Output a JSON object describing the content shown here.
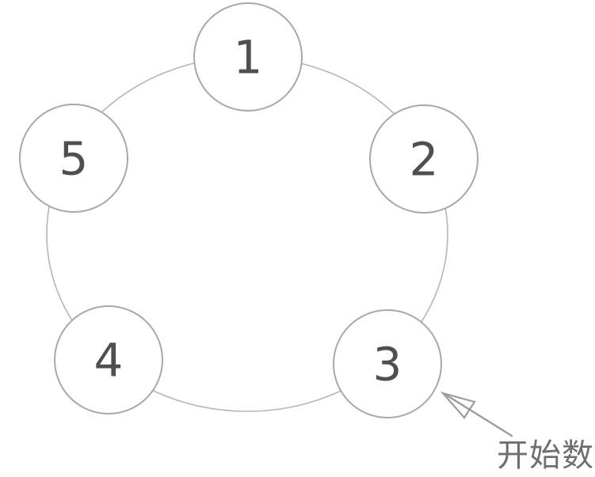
{
  "diagram": {
    "type": "counting-circle",
    "description": "Five nodes arranged on a ring, counting starts at node 3",
    "nodes": [
      {
        "label": "1"
      },
      {
        "label": "2"
      },
      {
        "label": "3"
      },
      {
        "label": "4"
      },
      {
        "label": "5"
      }
    ],
    "annotation": {
      "text": "开始数",
      "points_to_node": "3"
    },
    "colors": {
      "background": "#ffffff",
      "ring": "#b6b6b6",
      "node_stroke": "#a8a8a8",
      "node_fill": "#ffffff",
      "number": "#4f4f4f",
      "arrow": "#9c9c9c",
      "annotation_text": "#6f6f6f"
    }
  }
}
